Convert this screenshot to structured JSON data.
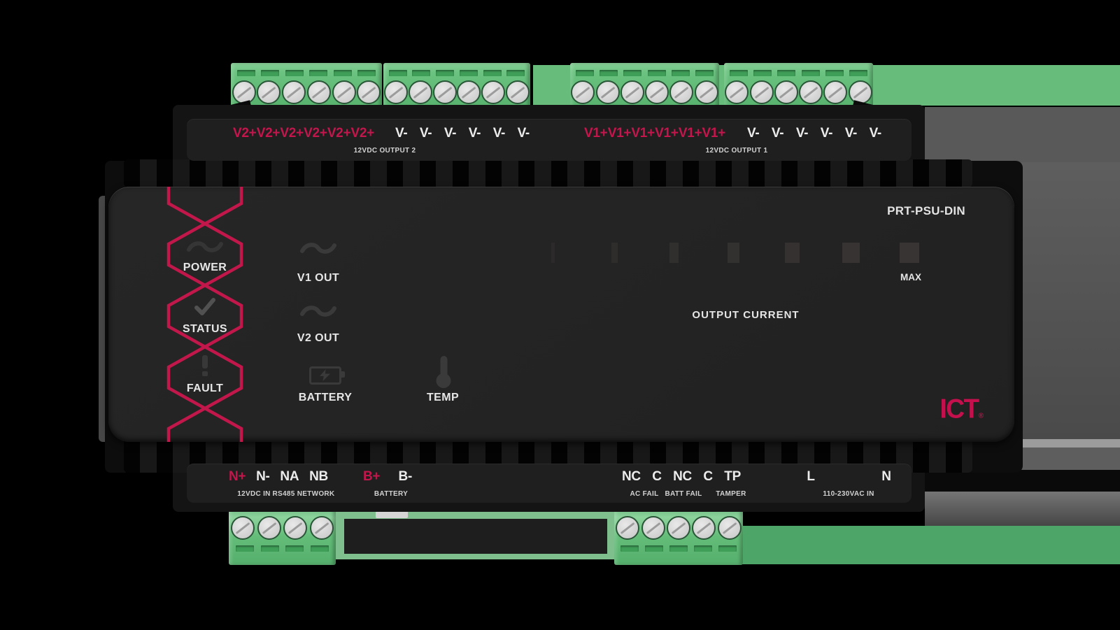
{
  "device": {
    "model": "PRT-PSU-DIN",
    "brand": "ICT",
    "brand_reg": "®"
  },
  "colors": {
    "accent": "#C3164D",
    "connector_green": "#5FBE78",
    "backdrop_green": "#68BC7B",
    "rail_gray": "#595959",
    "panel_gray": "#232323"
  },
  "top_strip": {
    "out2_pos": [
      "V2+",
      "V2+",
      "V2+",
      "V2+",
      "V2+",
      "V2+"
    ],
    "out2_neg": [
      "V-",
      "V-",
      "V-",
      "V-",
      "V-",
      "V-"
    ],
    "out2_caption": "12VDC OUTPUT 2",
    "out1_pos": [
      "V1+",
      "V1+",
      "V1+",
      "V1+",
      "V1+",
      "V1+"
    ],
    "out1_neg": [
      "V-",
      "V-",
      "V-",
      "V-",
      "V-",
      "V-"
    ],
    "out1_caption": "12VDC OUTPUT 1"
  },
  "panel": {
    "model": "PRT-PSU-DIN",
    "power": "POWER",
    "status": "STATUS",
    "fault": "FAULT",
    "v1_out": "V1 OUT",
    "v2_out": "V2 OUT",
    "battery": "BATTERY",
    "temp": "TEMP",
    "output_current": "OUTPUT CURRENT",
    "max": "MAX",
    "led_segments": 7
  },
  "bottom_strip": {
    "n_plus": "N+",
    "n_minus": "N-",
    "na": "NA",
    "nb": "NB",
    "cap_12vdc_in": "12VDC IN",
    "cap_rs485": "RS485 NETWORK",
    "b_plus": "B+",
    "b_minus": "B-",
    "cap_battery": "BATTERY",
    "nc1": "NC",
    "c1": "C",
    "nc2": "NC",
    "c2": "C",
    "tp": "TP",
    "cap_ac_fail": "AC FAIL",
    "cap_batt_fail": "BATT FAIL",
    "cap_tamper": "TAMPER",
    "l": "L",
    "n": "N",
    "cap_mains": "110-230VAC IN"
  }
}
